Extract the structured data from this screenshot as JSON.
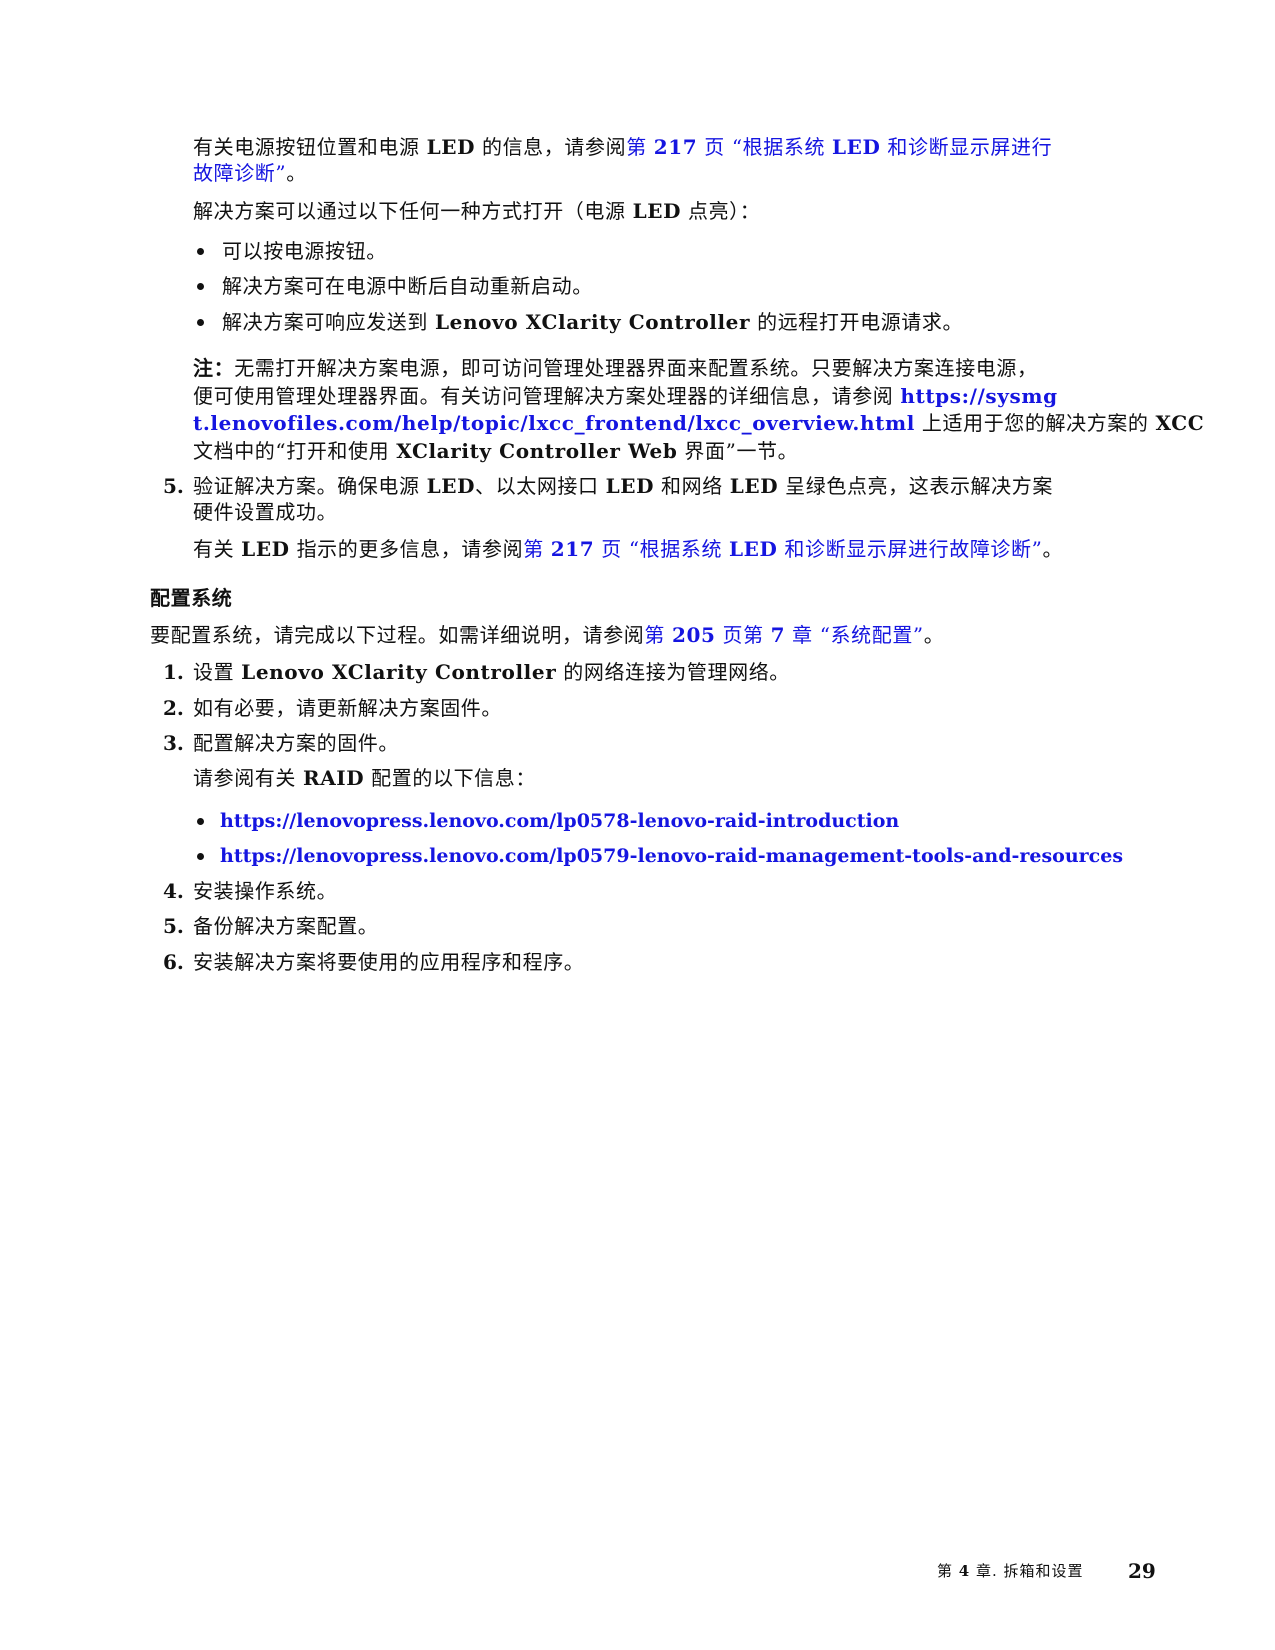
{
  "intro": {
    "line1_text": "有关电源按钮位置和电源 ",
    "line1_led": "LED",
    "line1_text2": " 的信息，请参阅",
    "link_ref": {
      "prefix": "第 ",
      "page": "217",
      "mid": " 页 “根据系统 ",
      "led": "LED",
      "suffix": " 和诊断显示屏进行",
      "line2": "故障诊断”"
    },
    "line2_end": "。",
    "power_on_text1": "解决方案可以通过以下任何一种方式打开（电源 ",
    "power_on_led": "LED",
    "power_on_text2": " 点亮）："
  },
  "power_options": [
    {
      "text": "可以按电源按钮。"
    },
    {
      "text": "解决方案可在电源中断后自动重新启动。"
    },
    {
      "pre": "解决方案可响应发送到 ",
      "brand": "Lenovo XClarity Controller",
      "post": " 的远程打开电源请求。"
    }
  ],
  "note": {
    "label": "注：",
    "line1": "无需打开解决方案电源，即可访问管理处理器界面来配置系统。只要解决方案连接电源，",
    "line2_text": "便可使用管理处理器界面。有关访问管理解决方案处理器的详细信息，请参阅 ",
    "url_part1": "https://sysmg",
    "url_part2": "t.lenovofiles.com/help/topic/lxcc_frontend/lxcc_overview.html",
    "line3_text": " 上适用于您的解决方案的 ",
    "line3_xcc": "XCC",
    "line4_text1": "文档中的“打开和使用 ",
    "line4_brand": "XClarity Controller Web",
    "line4_text2": " 界面”一节。"
  },
  "step5": {
    "number": "5.",
    "line1_a": "验证解决方案。确保电源 ",
    "led1": "LED",
    "line1_b": "、以太网接口 ",
    "led2": "LED",
    "line1_c": " 和网络 ",
    "led3": "LED",
    "line1_d": " 呈绿色点亮，这表示解决方案",
    "line2": "硬件设置成功。",
    "more_pre": "有关 ",
    "more_led": "LED",
    "more_text": " 指示的更多信息，请参阅",
    "more_link_prefix": "第 ",
    "more_link_page": "217",
    "more_link_mid": " 页 “根据系统 ",
    "more_link_led": "LED",
    "more_link_suffix": " 和诊断显示屏进行故障诊断”",
    "more_end": "。"
  },
  "configure": {
    "heading": "配置系统",
    "intro_text": "要配置系统，请完成以下过程。如需详细说明，请参阅",
    "intro_link_prefix": "第 ",
    "intro_link_page": "205",
    "intro_link_mid": " 页第 ",
    "intro_link_chapter": "7",
    "intro_link_suffix": " 章 “系统配置”",
    "intro_end": "。",
    "steps": [
      {
        "number": "1.",
        "pre": "设置 ",
        "brand": "Lenovo XClarity Controller",
        "post": " 的网络连接为管理网络。"
      },
      {
        "number": "2.",
        "text": "如有必要，请更新解决方案固件。"
      },
      {
        "number": "3.",
        "text": "配置解决方案的固件。"
      },
      {
        "number": "4.",
        "text": "安装操作系统。"
      },
      {
        "number": "5.",
        "text": "备份解决方案配置。"
      },
      {
        "number": "6.",
        "text": "安装解决方案将要使用的应用程序和程序。"
      }
    ],
    "raid_pre": "请参阅有关 ",
    "raid_word": "RAID",
    "raid_post": " 配置的以下信息：",
    "raid_links": [
      "https://lenovopress.lenovo.com/lp0578-lenovo-raid-introduction",
      "https://lenovopress.lenovo.com/lp0579-lenovo-raid-management-tools-and-resources"
    ]
  },
  "footer": {
    "chapter_pre": "第 ",
    "chapter_num": "4",
    "chapter_post": " 章. 拆箱和设置",
    "page_number": "29"
  },
  "colors": {
    "link": "#1515e0",
    "text": "#111111"
  }
}
